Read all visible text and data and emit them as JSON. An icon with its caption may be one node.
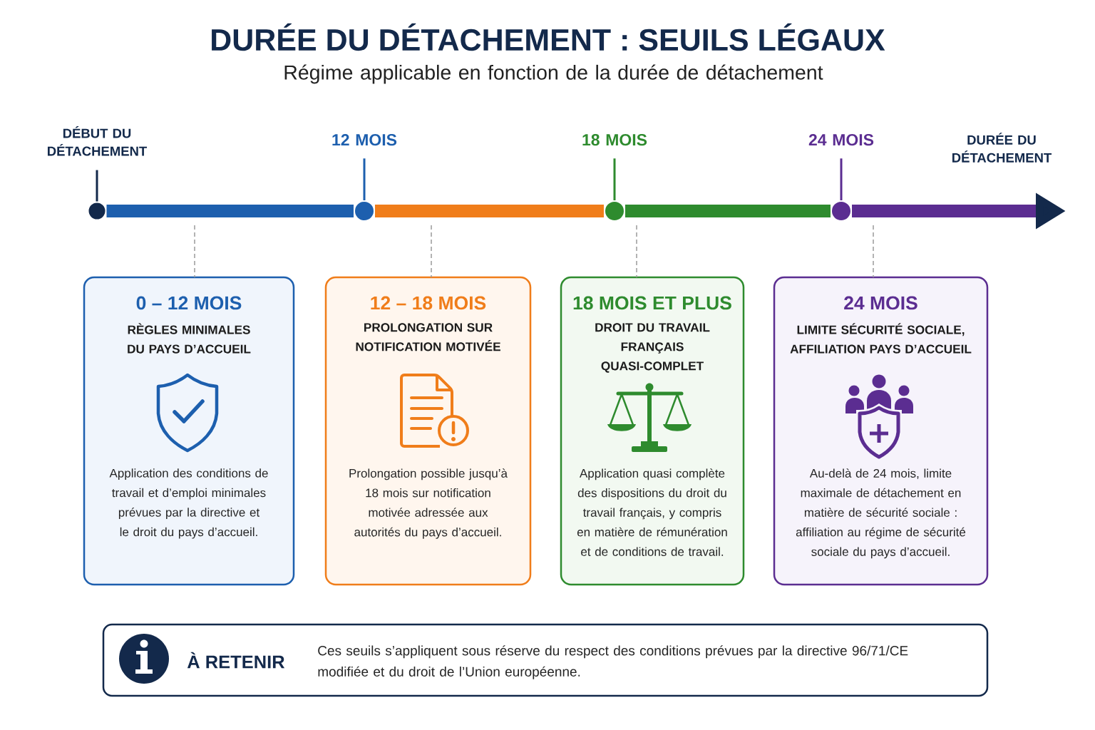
{
  "diagram": {
    "title": "DURÉE DU DÉTACHEMENT : SEUILS LÉGAUX",
    "nodes": [
      {
        "text": [
          "DÉBUT DU DÉTACHEMENT"
        ]
      },
      {
        "text": [
          "12 MOIS"
        ]
      },
      {
        "text": [
          "18 MOIS"
        ]
      },
      {
        "text": [
          "24 MOIS"
        ]
      },
      {
        "text": [],
        "shape": "circle"
      },
      {
        "text": [],
        "shape": "circle"
      },
      {
        "text": [],
        "shape": "circle"
      },
      {
        "text": [],
        "shape": "circle"
      },
      {
        "text": [
          "0 – 12 MOIS",
          "RÈGLES MINIMALES DU PAYS D’ACCUEIL",
          "Application des conditions de travail et d’emploi minimales prévues par la directive et le droit du pays d’accueil."
        ]
      },
      {
        "text": [
          "12 – 18 MOIS",
          "PROLONGATION SUR NOTIFICATION MOTIVÉE",
          "Prolongation possible jusqu’à 18 mois sur notification motivée adressée aux autorités du pays d’accueil."
        ]
      },
      {
        "text": [
          "18 MOIS ET PLUS",
          "DROIT DU TRAVAIL FRANÇAIS QUASI-COMPLET",
          "Application quasi complète des dispositions du droit du travail français, y compris en matière de rémunération et de conditions de travail."
        ]
      },
      {
        "text": [
          "24 MOIS",
          "LIMITE SÉCURITÉ SOCIALE, AFFILIATION PAYS D’ACCUEIL",
          "Au-delà de 24 mois, limite maximale de détachement en matière de sécurité sociale : affiliation au régime de sécurité sociale du pays d’accueil."
        ]
      },
      {
        "text": [
          "À RETENIR",
          "Ces seuils s’appliquent sous réserve du respect des conditions prévues par la directive 96/71/CE modifiée et du droit de l’Union européenne."
        ]
      }
    ],
    "edges": [
      {
        "from": 0,
        "to": 4,
        "arrow": "none",
        "color": "#13294b"
      },
      {
        "from": 1,
        "to": 5,
        "arrow": "none",
        "color": "#1d5fae"
      },
      {
        "from": 2,
        "to": 6,
        "arrow": "none",
        "color": "#2e8b2e"
      },
      {
        "from": 3,
        "to": 7,
        "arrow": "none",
        "color": "#5b2d91"
      },
      {
        "from": 4,
        "to": 5,
        "arrow": "none",
        "style": "thick",
        "color": "#1d5fae"
      },
      {
        "from": 5,
        "to": 6,
        "arrow": "none",
        "style": "thick",
        "color": "#f07d1a"
      },
      {
        "from": 6,
        "to": 7,
        "arrow": "none",
        "style": "thick",
        "color": "#2e8b2e"
      },
      {
        "from": 7,
        "to": null,
        "arrow": "to",
        "style": "thick",
        "color": "#5b2d91"
      },
      {
        "from": null,
        "to": 8,
        "arrow": "none",
        "style": "dashed"
      },
      {
        "from": null,
        "to": 9,
        "arrow": "none",
        "style": "dashed"
      },
      {
        "from": null,
        "to": 10,
        "arrow": "none",
        "style": "dashed"
      },
      {
        "from": null,
        "to": 11,
        "arrow": "none",
        "style": "dashed"
      }
    ],
    "labels": [
      "Régime applicable en fonction de la durée de détachement",
      "DURÉE DU DÉTACHEMENT"
    ]
  }
}
